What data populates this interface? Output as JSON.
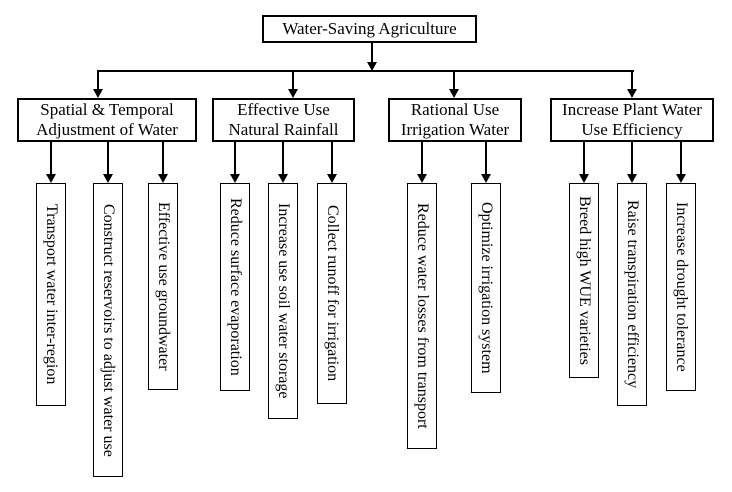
{
  "diagram": {
    "root": {
      "label": "Water-Saving Agriculture"
    },
    "branches": [
      {
        "line1": "Spatial & Temporal",
        "line2": "Adjustment of Water",
        "leaves": [
          "Transport water inter-region",
          "Construct reservoirs to adjust water use",
          "Effective use groundwater"
        ]
      },
      {
        "line1": "Effective Use",
        "line2": "Natural Rainfall",
        "leaves": [
          "Reduce surface evaporation",
          "Increase use soil water storage",
          "Collect runoff for irrigation"
        ]
      },
      {
        "line1": "Rational Use",
        "line2": "Irrigation Water",
        "leaves": [
          "Reduce water losses from transport",
          "Optimize irrigation system"
        ]
      },
      {
        "line1": "Increase Plant Water",
        "line2": "Use Efficiency",
        "leaves": [
          "Breed high WUE varieties",
          "Raise transpiration efficiency",
          "Increase drought tolerance"
        ]
      }
    ],
    "colors": {
      "background": "#ffffff",
      "border": "#000000",
      "line": "#000000",
      "text": "#000000"
    }
  }
}
